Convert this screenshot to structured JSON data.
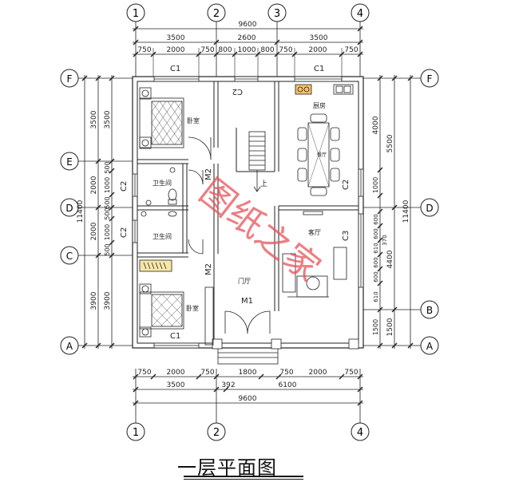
{
  "title": "一层平面图",
  "watermark": "图纸之家",
  "axes_top": [
    "1",
    "2",
    "3",
    "4"
  ],
  "axes_bottom": [
    "1",
    "2",
    "4"
  ],
  "axes_left": [
    "F",
    "E",
    "D",
    "C",
    "A"
  ],
  "axes_right": [
    "F",
    "D",
    "B",
    "A"
  ],
  "top_dims": {
    "total": "9600",
    "row2": [
      "3500",
      "2600",
      "3500"
    ],
    "row3": [
      "750",
      "2000",
      "750",
      "800",
      "1000",
      "800",
      "750",
      "2000",
      "750"
    ]
  },
  "bottom_dims": {
    "row1": [
      "750",
      "2000",
      "750",
      "1800",
      "750",
      "2000",
      "750"
    ],
    "row2": [
      "3500",
      "392",
      "6100"
    ],
    "total": "9600"
  },
  "left_dims": {
    "outer": [
      "3500",
      "2000",
      "2000",
      "3900"
    ],
    "total": "11400",
    "inner": [
      "3500",
      "500",
      "1000",
      "500",
      "500",
      "1000",
      "500",
      "3900"
    ]
  },
  "right_dims": {
    "outer": [
      "5500",
      "4400",
      "1500"
    ],
    "total": "11400",
    "inner": [
      "4000",
      "1000",
      "600",
      "600",
      "610",
      "600",
      "600",
      "610",
      "1500"
    ],
    "extra": "370"
  },
  "rooms": {
    "bedroom_top": "卧室",
    "kitchen": "厨房",
    "bath1": "卫生间",
    "bath2": "卫生间",
    "living": "客厅",
    "hall": "门厅",
    "bedroom_bottom": "卧室",
    "stair": "上",
    "dining": "餐厅"
  },
  "labels": {
    "c1_top_left": "C1",
    "c1_top_right": "C1",
    "c2_top": "C2",
    "c2_right": "C2",
    "c2_bath1": "C2",
    "c2_bath2": "C2",
    "c3": "C3",
    "m2_a": "M2",
    "m2_b": "M2",
    "m1": "M1",
    "c1_bottom": "C1"
  },
  "colors": {
    "line": "#222222",
    "wall_fill": "#f2f2f2",
    "watermark": "#e8525a",
    "accent": "#c9a25a"
  }
}
